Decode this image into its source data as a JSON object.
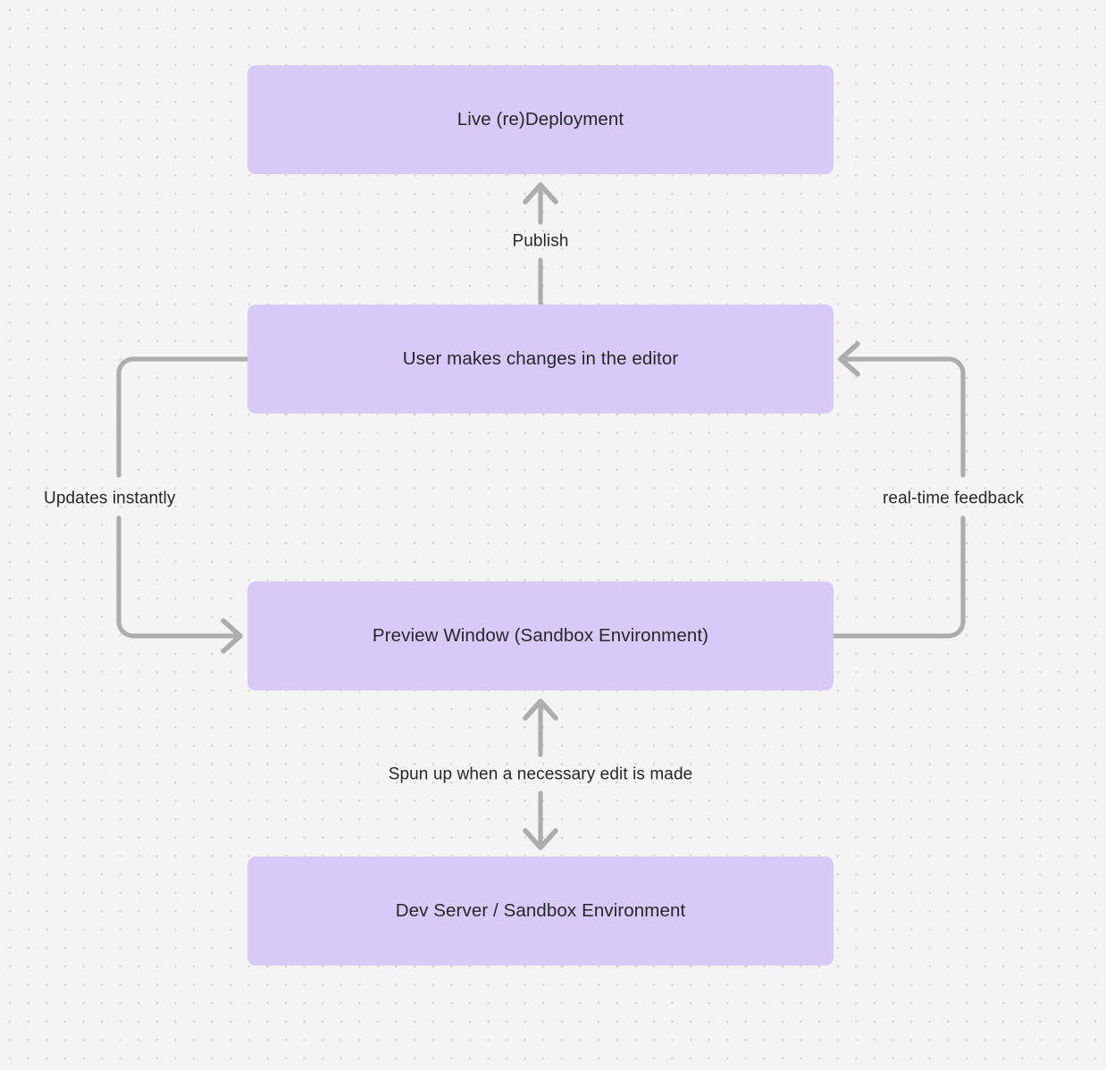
{
  "canvas": {
    "background_color": "#f4f4f5",
    "dot_color": "#d2d2d4",
    "node_fill": "#d8caf8",
    "edge_color": "#adadad",
    "text_color": "#27272a"
  },
  "nodes": [
    {
      "id": "live-deployment",
      "label": "Live (re)Deployment"
    },
    {
      "id": "user-edits",
      "label": "User makes changes in the editor"
    },
    {
      "id": "preview-window",
      "label": "Preview Window (Sandbox Environment)"
    },
    {
      "id": "dev-server",
      "label": "Dev Server / Sandbox Environment"
    }
  ],
  "edges": [
    {
      "id": "publish",
      "label": "Publish",
      "from": "user-edits",
      "to": "live-deployment",
      "direction": "up"
    },
    {
      "id": "updates-instantly",
      "label": "Updates instantly",
      "from": "user-edits",
      "to": "preview-window",
      "direction": "down-left-loop"
    },
    {
      "id": "real-time-feedback",
      "label": "real-time feedback",
      "from": "preview-window",
      "to": "user-edits",
      "direction": "up-right-loop"
    },
    {
      "id": "spun-up",
      "label": "Spun up when a necessary edit is made",
      "from": "preview-window",
      "to": "dev-server",
      "direction": "bidirectional"
    }
  ]
}
